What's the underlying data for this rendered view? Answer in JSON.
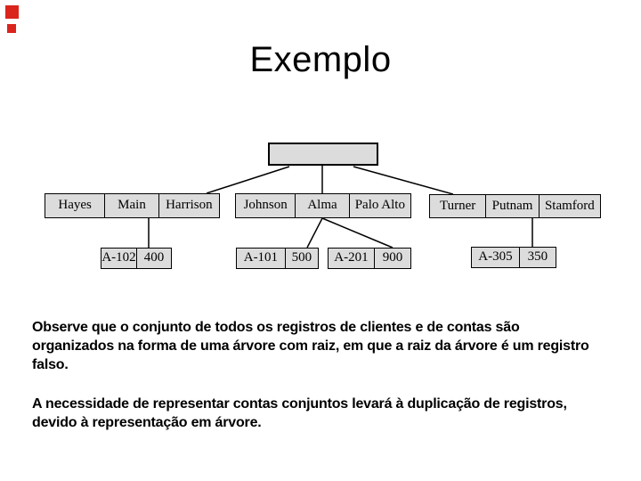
{
  "slide": {
    "title": "Exemplo",
    "background_color": "#ffffff",
    "accent_color": "#da251d"
  },
  "tree": {
    "box_fill_color": "#dcdcdc",
    "line_color": "#000000",
    "root": {
      "label": ""
    },
    "customer_records": [
      {
        "cells": [
          "Hayes",
          "Main",
          "Harrison"
        ]
      },
      {
        "cells": [
          "Johnson",
          "Alma",
          "Palo Alto"
        ]
      },
      {
        "cells": [
          "Turner",
          "Putnam",
          "Stamford"
        ]
      }
    ],
    "account_records": [
      {
        "cells": [
          "A-102",
          "400"
        ]
      },
      {
        "cells": [
          "A-101",
          "500"
        ]
      },
      {
        "cells": [
          "A-201",
          "900"
        ]
      },
      {
        "cells": [
          "A-305",
          "350"
        ]
      }
    ]
  },
  "paragraphs": [
    {
      "lines": [
        "Observe que o conjunto de todos os registros de clientes e de contas são",
        "organizados na forma de uma árvore com raiz, em que a raiz da árvore é um registro",
        "falso."
      ]
    },
    {
      "lines": [
        "A necessidade de representar contas conjuntos levará à duplicação de registros,",
        "devido à representação em árvore."
      ]
    }
  ]
}
